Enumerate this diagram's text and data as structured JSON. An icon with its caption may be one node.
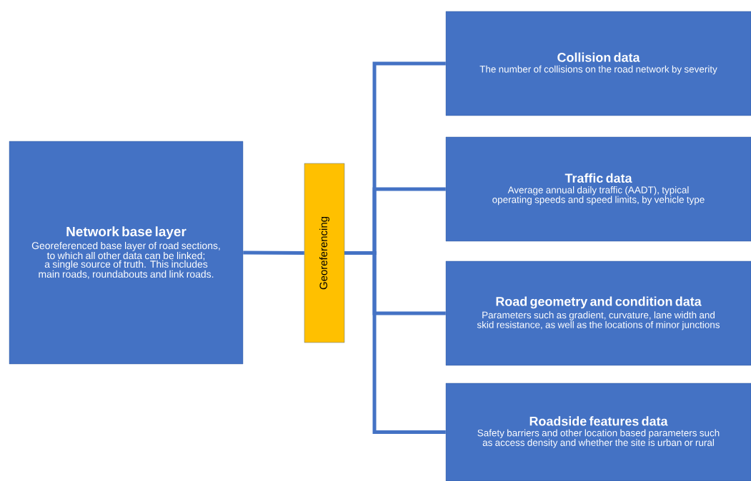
{
  "diagram": {
    "nodes": [
      {
        "text": [
          "Network base layer",
          "Georeferenced base layer of road sections, to which all other data can be linked; a single source of truth. This includes main roads, roundabouts and link roads."
        ]
      },
      {
        "text": [
          "Georeferencing"
        ]
      },
      {
        "text": [
          "Collision data",
          "The number of collisions on the road network by severity"
        ]
      },
      {
        "text": [
          "Traffic data",
          "Average annual daily traffic (AADT), typical operating speeds and speed limits, by vehicle type"
        ]
      },
      {
        "text": [
          "Road geometry and condition data",
          "Parameters such as gradient, curvature, lane width and skid resistance, as well as the locations of minor junctions"
        ]
      },
      {
        "text": [
          "Roadside features data",
          "Safety barriers and other location based parameters such as access density and whether the site is urban or rural"
        ]
      }
    ],
    "edges": [
      {
        "from": 0,
        "to": 1,
        "arrow": "none"
      },
      {
        "from": 1,
        "to": 2,
        "arrow": "none"
      },
      {
        "from": 1,
        "to": 3,
        "arrow": "none"
      },
      {
        "from": 1,
        "to": 4,
        "arrow": "none"
      },
      {
        "from": 1,
        "to": 5,
        "arrow": "none"
      }
    ]
  }
}
